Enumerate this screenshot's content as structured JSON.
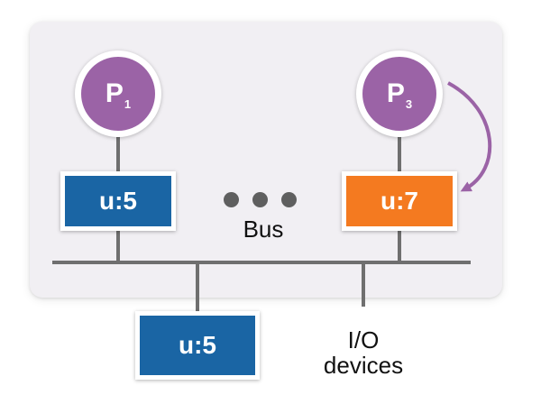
{
  "colors": {
    "processor": "#9b63a6",
    "cache_blue": "#1a65a4",
    "cache_orange": "#f47a20",
    "wire": "#6f6f6f"
  },
  "processors": [
    {
      "letter": "P",
      "index": "1"
    },
    {
      "letter": "P",
      "index": "3"
    }
  ],
  "caches": {
    "left": "u:5",
    "right": "u:7",
    "memory": "u:5"
  },
  "bus_label": "Bus",
  "io": {
    "line1": "I/O",
    "line2": "devices"
  }
}
